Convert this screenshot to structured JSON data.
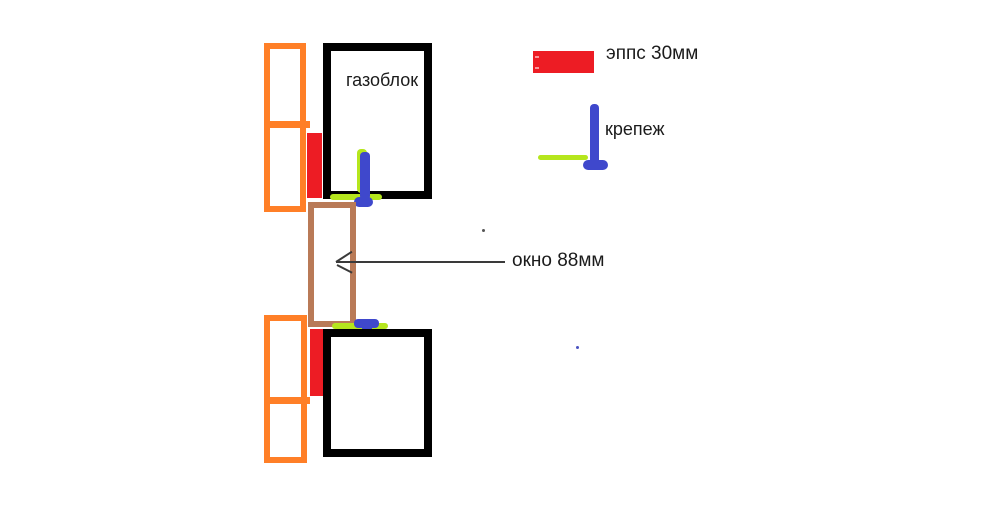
{
  "scene": {
    "description": "Hand-drawn window installation scheme (MS Paint style)",
    "background": "#ffffff"
  },
  "blocks": {
    "gazoblok_label": "газоблок"
  },
  "annotation": {
    "text": "окно 88мм"
  },
  "legend": {
    "items": [
      {
        "id": "epps",
        "label": "эппс 30мм"
      },
      {
        "id": "fastener",
        "label": "крепеж"
      }
    ]
  },
  "colors": {
    "orange": "#FF7F27",
    "red": "#ED1C24",
    "brown": "#B97A57",
    "lime": "#B5E61D",
    "blue": "#3F48CC",
    "black": "#000000",
    "arrow": "#3a3a3a",
    "text": "#1b1b1b"
  }
}
